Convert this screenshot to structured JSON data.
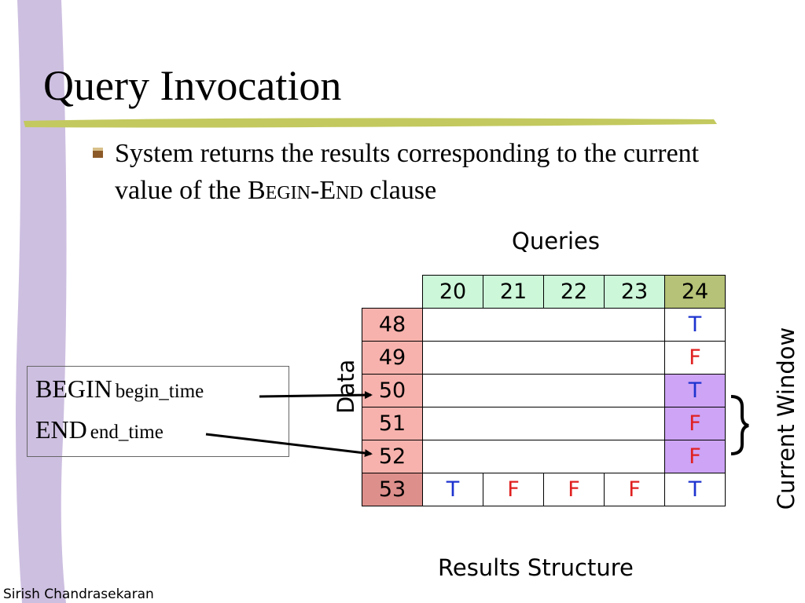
{
  "slide": {
    "title": "Query Invocation",
    "bullet": {
      "text_before": "System returns the results corresponding to the current value of the B",
      "sc1": "EGIN",
      "mid": "-E",
      "sc2": "ND",
      "text_after": " clause"
    },
    "queries_label": "Queries",
    "data_label": "Data",
    "results_label": "Results Structure",
    "current_window_label": "Current Window",
    "clause": {
      "begin_keyword": "BEGIN",
      "begin_arg": "begin_time",
      "end_keyword": "END",
      "end_arg": "end_time"
    },
    "footer": "Sirish Chandrasekaran"
  },
  "table": {
    "query_headers": [
      "20",
      "21",
      "22",
      "23",
      "24"
    ],
    "rows": [
      {
        "label": "48",
        "last_col": "T"
      },
      {
        "label": "49",
        "last_col": "F"
      },
      {
        "label": "50",
        "last_col": "T"
      },
      {
        "label": "51",
        "last_col": "F"
      },
      {
        "label": "52",
        "last_col": "F"
      }
    ],
    "bottom_row": {
      "label": "53",
      "values": [
        "T",
        "F",
        "F",
        "F",
        "T"
      ]
    }
  },
  "colors": {
    "query_header": "#ccf7d9",
    "current_query": "#b5c277",
    "data_header": "#f7b2ad",
    "last_data_header": "#dc8f8b",
    "window_cell": "#cda4f6",
    "true": "#1d33cf",
    "false": "#e02020",
    "left_bar": "#cdbfe0",
    "title_rule": "#c3c95e",
    "bullet": "#8c5a28"
  }
}
